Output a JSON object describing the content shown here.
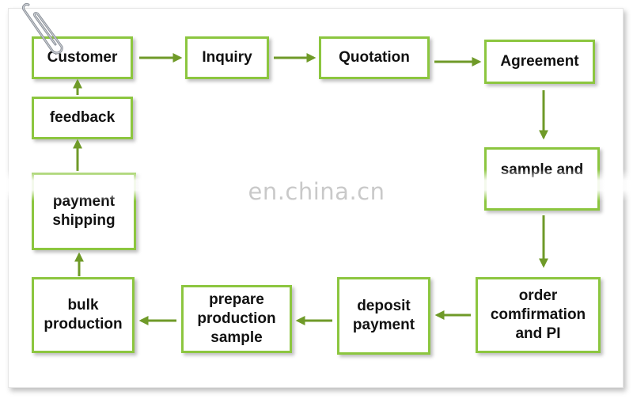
{
  "nodes": {
    "customer": "Customer",
    "inquiry": "Inquiry",
    "quotation": "Quotation",
    "agreement": "Agreement",
    "sample": "sample and",
    "order": [
      "order",
      "comfirmation",
      "and PI"
    ],
    "deposit": [
      "deposit",
      "payment"
    ],
    "prepare": [
      "prepare",
      "production",
      "sample"
    ],
    "bulk": [
      "bulk",
      "production"
    ],
    "payment": [
      "payment",
      "shipping"
    ],
    "feedback": "feedback"
  },
  "watermark": "en.china.cn",
  "colors": {
    "box_border": "#8cc63f",
    "arrow": "#6f9a28"
  }
}
